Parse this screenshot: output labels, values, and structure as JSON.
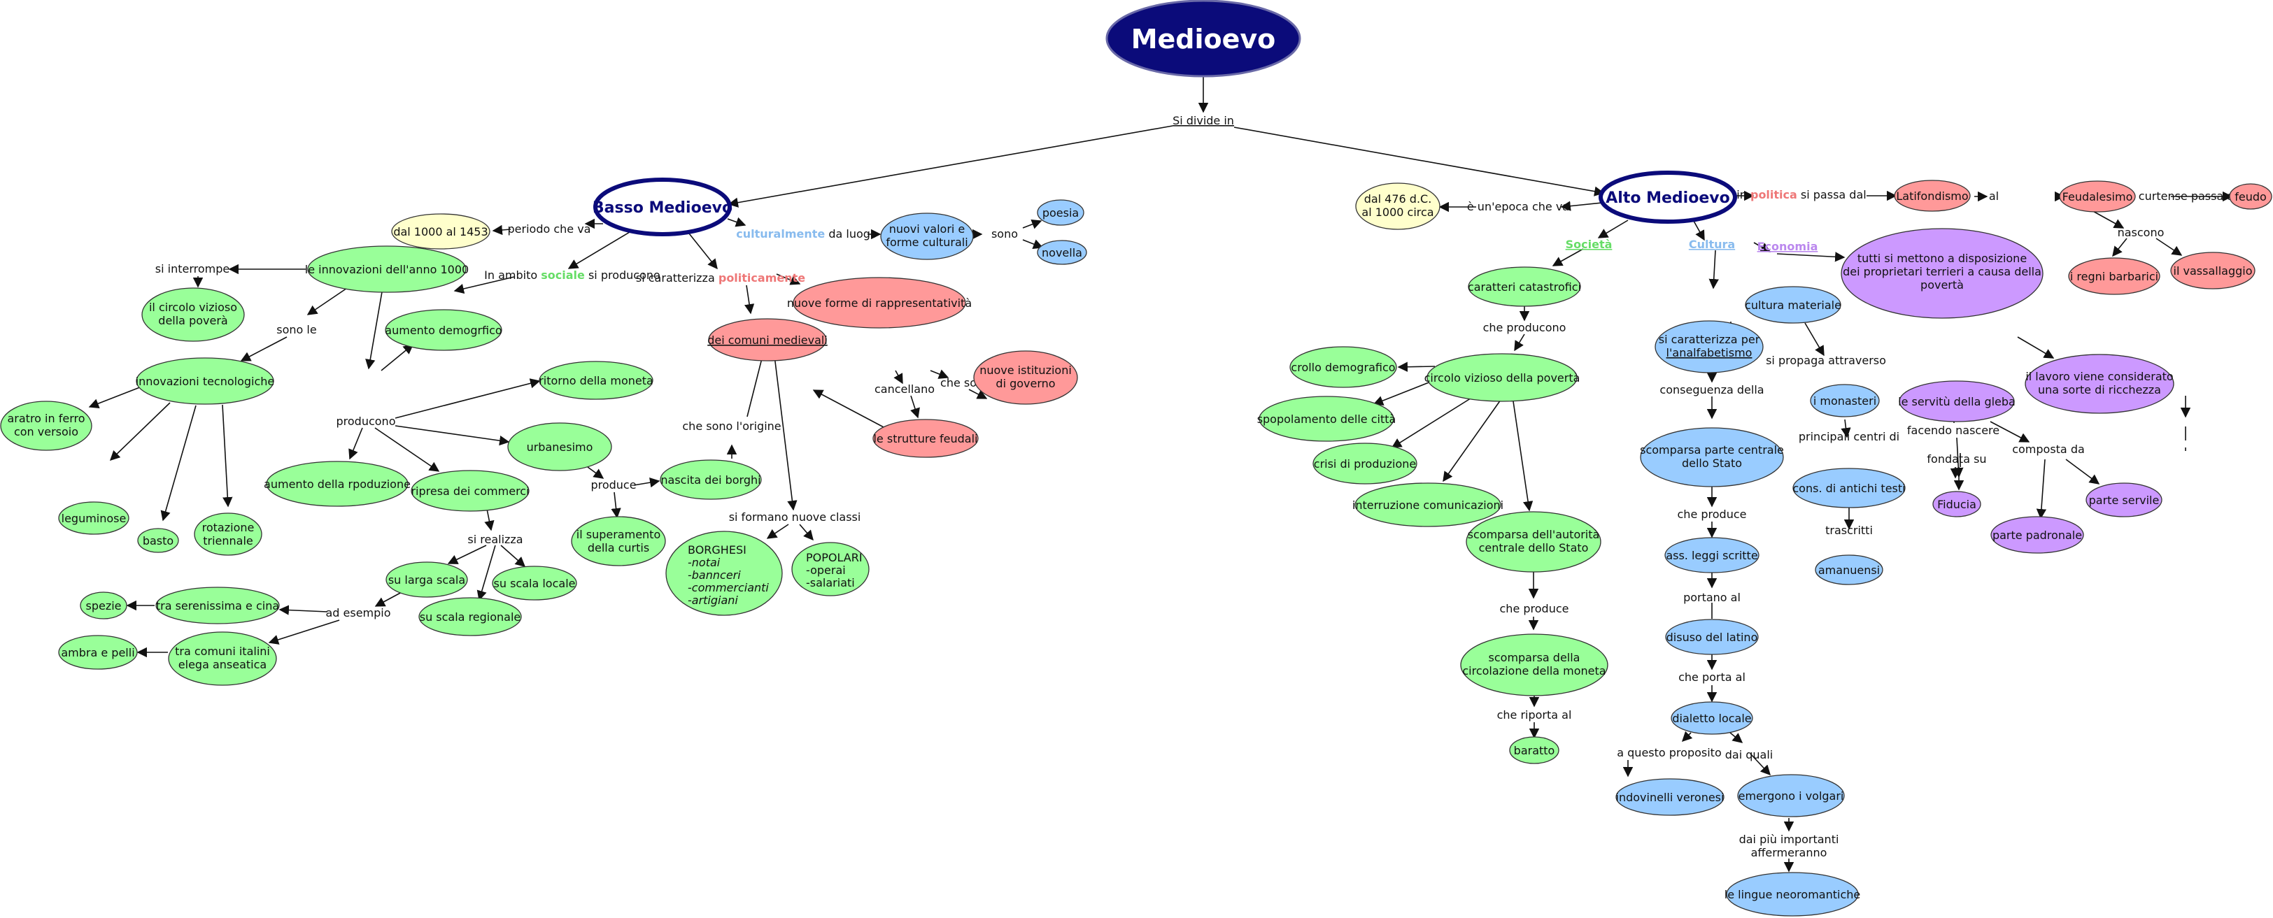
{
  "title": "Medioevo",
  "colors": {
    "navy": "#0b0b7a",
    "green": "#99ff99",
    "green_text": "#66dd66",
    "blue": "#99ccff",
    "blue_text": "#88bbee",
    "red": "#ff9999",
    "red_text": "#ee7777",
    "purple": "#cc99ff",
    "purple_text": "#bb88ee",
    "yellow": "#ffffcc"
  },
  "labels": {
    "si_divide_in": "Si divide in",
    "periodo_che_va": "periodo che va",
    "in_ambito": "In ambito",
    "sociale": "sociale",
    "si_producono": "si producono",
    "si_caratterizza": "si caratterizza",
    "politicamente": "politicamente",
    "culturalmente": "culturalmente",
    "da_luogo": "da luogo",
    "sono": "sono",
    "si_interrompe": "si interrompe",
    "sono_le": "sono le",
    "producono": "producono",
    "produce": "produce",
    "si_realizza": "si realizza",
    "ad_esempio": "ad esempio",
    "che_sono_lorigine": "che sono l'origine",
    "si_formano_nuove_classi": "si formano nuove classi",
    "cancellano": "cancellano",
    "che_sono": "che sono",
    "e_unepoca_che_va": "è un'epoca che va",
    "in": "in",
    "politica": "politica",
    "si_passa_dal": "si passa dal",
    "al": "al",
    "il_curtense_passa_a": "il curtense passa a",
    "nascono": "nascono",
    "societa": "Società",
    "cultura": "Cultura",
    "economia": "Economia",
    "che_producono": "che producono",
    "conseguenza_della": "conseguenza della",
    "che_produce_1": "che produce",
    "che_produce_2": "che produce",
    "che_riporta_al": "che riporta al",
    "portano_al": "portano al",
    "che_porta_al": "che porta al",
    "a_questo_proposito": "a questo proposito",
    "dai_quali": "dai quali",
    "dai_piu_importanti": "dai più importanti",
    "affermeranno": "affermeranno",
    "si_propaga_attraverso": "si propaga attraverso",
    "principali_centri_di": "principali centri di",
    "trascritti": "trascritti",
    "facendo_nascere": "facendo nascere",
    "fondata_su": "fondata su",
    "composta_da": "composta da"
  },
  "nodes": {
    "basso_medioevo": "Basso Medioevo",
    "alto_medioevo": "Alto Medioevo",
    "dal_1000": "dal 1000 al 1453",
    "nuovi_valori": [
      "nuovi valori e",
      "forme culturali"
    ],
    "poesia": "poesia",
    "novella": "novella",
    "innovazioni_1000": "le innovazioni dell'anno 1000",
    "circolo_vizioso_poverta_b": [
      "il circolo vizioso",
      "della poverà"
    ],
    "innovazioni_tecnologiche": "innovazioni tecnologiche",
    "aratro": [
      "aratro in ferro",
      "con versoio"
    ],
    "leguminose": "leguminose",
    "basto": "basto",
    "rotazione": [
      "rotazione",
      "triennale"
    ],
    "aumento_demogrfico": "aumento demogrfico",
    "ritorno_moneta": "ritorno della moneta",
    "urbanesimo": "urbanesimo",
    "aumento_rpoduzione": "aumento della rpoduzione",
    "ripresa_commerci": "ripresa dei commerci",
    "nascita_borghi": "nascita dei borghi",
    "superamento_curtis": [
      "il superamento",
      "della curtis"
    ],
    "larga_scala": "su larga scala",
    "scala_locale": "su scala locale",
    "scala_regionale": "su scala regionale",
    "serenissima": "tra serenissima e cina",
    "spezie": "spezie",
    "comuni_italini": [
      "tra comuni italini",
      "elega anseatica"
    ],
    "ambra": "ambra e pelli",
    "comuni_medievali": "dei comuni medievali",
    "nuove_forme": "nuove forme di rappresentatività",
    "nuove_istituzioni": [
      "nuove istituzioni",
      "di governo"
    ],
    "strutture_feudali": "le strutture feudali",
    "borghesi": [
      "BORGHESI",
      "-notai",
      "-bannceri",
      "-commercianti",
      "-artigiani"
    ],
    "popolari": [
      "POPOLARI",
      "-operai",
      "-salariati"
    ],
    "dal_476": [
      "dal 476 d.C.",
      "al 1000 circa"
    ],
    "latifondismo": "Latifondismo",
    "feudalesimo": "Feudalesimo",
    "feudo": "feudo",
    "regni_barbarici": "i regni barbarici",
    "vassallaggio": "il vassallaggio",
    "caratteri_catastrofici": "caratteri catastrofici",
    "circolo_vizioso_poverta_a": "circolo vizioso della povertà",
    "crollo_demografico": "crollo demografico",
    "spopolamento": "spopolamento delle città",
    "crisi_produzione": "crisi di produzione",
    "interruzione": "interruzione comunicazioni",
    "scomparsa_autorita": [
      "scomparsa dell'autorità",
      "centrale dello Stato"
    ],
    "scomparsa_circolazione": [
      "scomparsa della",
      "circolazione della moneta"
    ],
    "baratto": "baratto",
    "analfabetismo": [
      "si caratterizza per",
      "l'analfabetismo"
    ],
    "cultura_materiale": "cultura materiale",
    "scomparsa_parte_centrale": [
      "scomparsa parte centrale",
      "dello Stato"
    ],
    "ass_leggi": "ass. leggi scritte",
    "disuso_latino": "disuso del latino",
    "dialetto": "dialetto locale",
    "indovinelli": "indovinelli veronesi",
    "emergono": "emergono i volgari",
    "lingue_neoromantiche": "le lingue neoromantiche",
    "monasteri": "i monasteri",
    "antichi_testi": "cons. di antichi testi",
    "amanuensi": "amanuensi",
    "disposizione": [
      "tutti si mettono a disposizione",
      "dei proprietari terrieri a causa della",
      "povertà"
    ],
    "lavoro_ricchezza": [
      "il lavoro viene considerato",
      "una sorte di ricchezza"
    ],
    "servitu_gleba": "le servitù della gleba",
    "fiducia": "Fiducia",
    "parte_padronale": "parte padronale",
    "parte_servile": "parte servile"
  }
}
